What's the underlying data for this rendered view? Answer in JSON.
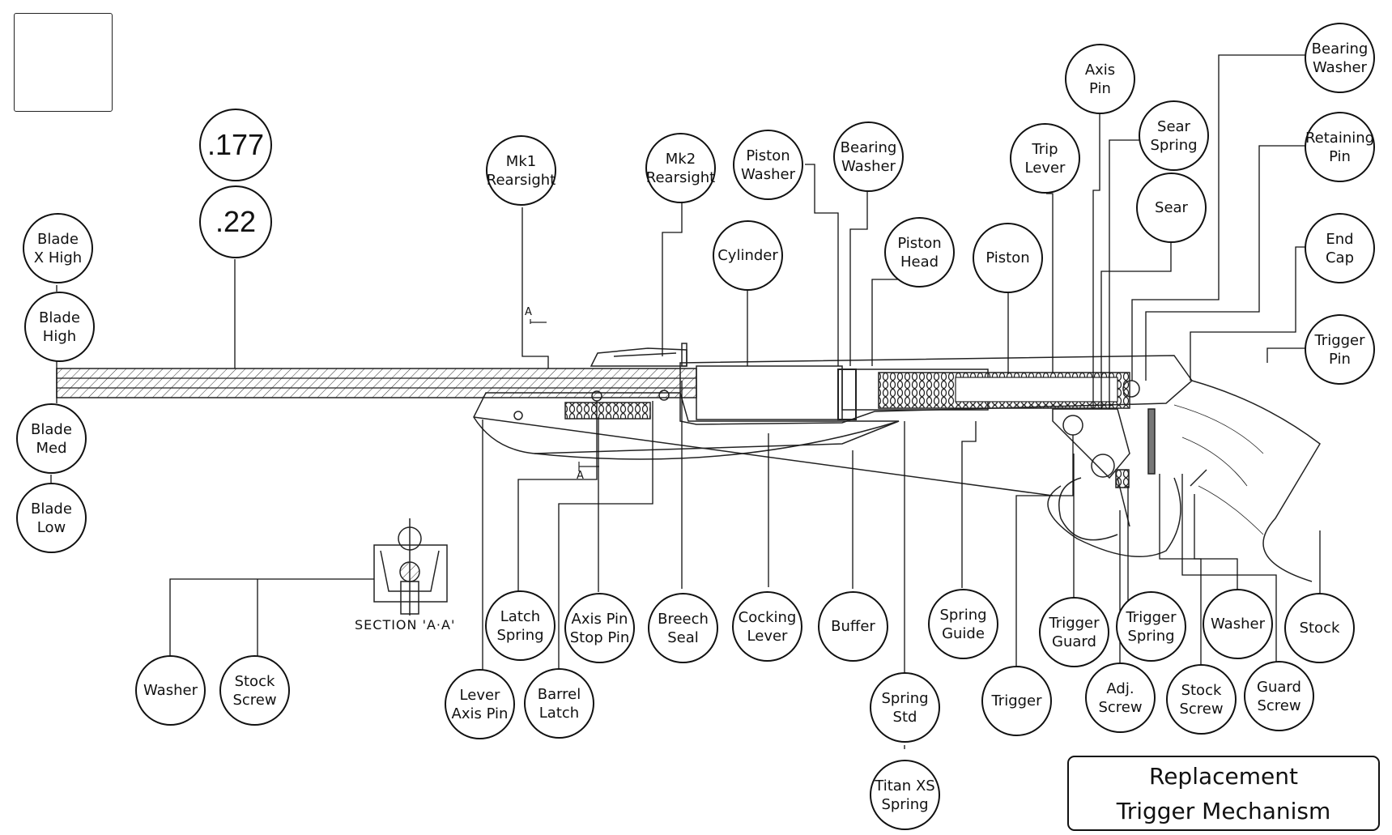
{
  "section_label": "SECTION 'A·A'",
  "section_marker": "A",
  "replacement": "Replacement\nTrigger Mechanism",
  "labels": {
    "cal177": ".177",
    "cal22": ".22",
    "blade_x_high": "Blade\nX High",
    "blade_high": "Blade\nHigh",
    "blade_med": "Blade\nMed",
    "blade_low": "Blade\nLow",
    "mk1_rearsight": "Mk1\nRearsight",
    "mk2_rearsight": "Mk2\nRearsight",
    "piston_washer": "Piston\nWasher",
    "bearing_washer_1": "Bearing\nWasher",
    "cylinder": "Cylinder",
    "piston_head": "Piston\nHead",
    "piston": "Piston",
    "trip_lever": "Trip\nLever",
    "axis_pin": "Axis\nPin",
    "sear_spring": "Sear\nSpring",
    "sear": "Sear",
    "bearing_washer_2": "Bearing\nWasher",
    "retaining_pin": "Retaining\nPin",
    "end_cap": "End\nCap",
    "trigger_pin": "Trigger\nPin",
    "washer_left": "Washer",
    "stock_screw_left": "Stock\nScrew",
    "lever_axis_pin": "Lever\nAxis Pin",
    "latch_spring": "Latch\nSpring",
    "barrel_latch": "Barrel\nLatch",
    "axis_stop_pin": "Axis Pin\nStop Pin",
    "breech_seal": "Breech\nSeal",
    "cocking_lever": "Cocking\nLever",
    "buffer": "Buffer",
    "spring_std": "Spring\nStd",
    "titan_spring": "Titan XS\nSpring",
    "spring_guide": "Spring\nGuide",
    "trigger": "Trigger",
    "trigger_guard": "Trigger\nGuard",
    "adj_screw": "Adj.\nScrew",
    "trigger_spring": "Trigger\nSpring",
    "stock_screw_right": "Stock\nScrew",
    "washer_right": "Washer",
    "guard_screw": "Guard\nScrew",
    "stock": "Stock"
  },
  "icons": {
    "gesture": "pinch-zoom-icon"
  },
  "colors": {
    "ink": "#111111",
    "background": "#ffffff"
  }
}
